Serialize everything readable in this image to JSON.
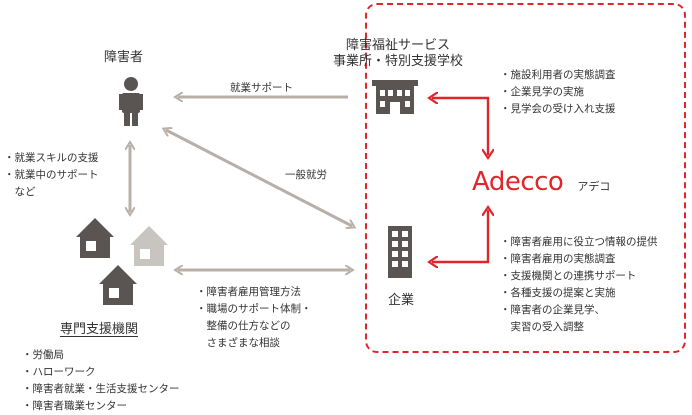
{
  "nodes": {
    "person": {
      "label": "障害者"
    },
    "welfare": {
      "line1": "障害福祉サービス",
      "line2": "事業所・特別支援学校"
    },
    "company": {
      "label": "企業"
    },
    "agencies": {
      "label": "専門支援機関"
    },
    "adecco": {
      "logo": "Adecco",
      "kana": "アデコ"
    }
  },
  "edges": {
    "welfare_to_person": "就業サポート",
    "general_employment": "一般就労"
  },
  "lists": {
    "person_agency": [
      "・就業スキルの支援",
      "・就業中のサポート",
      "　など"
    ],
    "agency_company": [
      "・障害者雇用管理方法",
      "・職場のサポート体制・",
      "　整備の仕方などの",
      "　さまざまな相談"
    ],
    "agencies": [
      "・労働局",
      "・ハローワーク",
      "・障害者就業・生活支援センター",
      "・障害者職業センター"
    ],
    "adecco_welfare": [
      "・施設利用者の実態調査",
      "・企業見学の実施",
      "・見学会の受け入れ支援"
    ],
    "adecco_company": [
      "・障害者雇用に役立つ情報の提供",
      "・障害者雇用の実態調査",
      "・支援機関との連携サポート",
      "・各種支援の提案と実施",
      "・障害者の企業見学、",
      "　実習の受入調整"
    ]
  },
  "colors": {
    "accent": "#e0262b",
    "gray_arrow": "#b8b0a8",
    "icon_dark": "#5a5552",
    "icon_mid": "#8a8582",
    "icon_light": "#c8c4c0"
  },
  "icons": [
    "person-icon",
    "building-icon",
    "office-icon",
    "house-icon"
  ]
}
